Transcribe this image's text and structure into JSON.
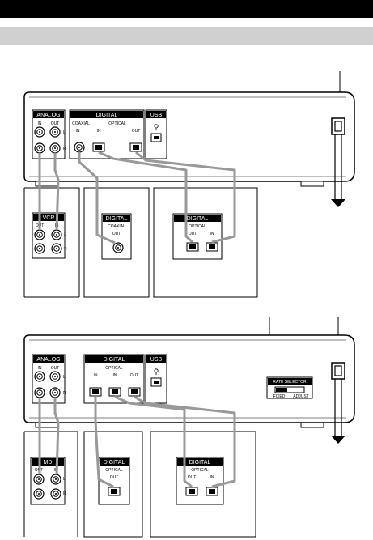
{
  "header": {
    "title": "",
    "section": ""
  },
  "diagram1": {
    "deck": {
      "analog": {
        "label": "ANALOG",
        "in": "IN",
        "out": "OUT",
        "l": "L",
        "r": "R"
      },
      "digital": {
        "label": "DIGITAL",
        "coaxial": "COAXIAL",
        "optical": "OPTICAL",
        "in1": "IN",
        "in2": "IN",
        "out": "OUT"
      },
      "usb": {
        "label": "USB"
      }
    },
    "devices": {
      "vcr": {
        "label": "VCR",
        "out": "OUT",
        "in": "IN",
        "l": "L",
        "r": "R"
      },
      "coax": {
        "label": "DIGITAL",
        "sub": "COAXIAL",
        "out": "OUT"
      },
      "optical": {
        "label": "DIGITAL",
        "sub": "OPTICAL",
        "out": "OUT",
        "in": "IN"
      }
    }
  },
  "diagram2": {
    "deck": {
      "analog": {
        "label": "ANALOG",
        "in": "IN",
        "out": "OUT",
        "l": "L",
        "r": "R"
      },
      "digital": {
        "label": "DIGITAL",
        "optical": "OPTICAL",
        "in1": "IN",
        "in2": "IN",
        "out": "OUT"
      },
      "usb": {
        "label": "USB"
      },
      "selector": {
        "label": "RATE SELECTOR",
        "left": "FIXED",
        "right": "ADJUST"
      }
    },
    "devices": {
      "md": {
        "label": "MD",
        "out": "OUT",
        "in": "IN",
        "l": "L",
        "r": "R"
      },
      "opt1": {
        "label": "DIGITAL",
        "sub": "OPTICAL",
        "out": "OUT"
      },
      "opt2": {
        "label": "DIGITAL",
        "sub": "OPTICAL",
        "out": "OUT",
        "in": "IN"
      }
    }
  },
  "colors": {
    "cable": "#999999",
    "line": "#000000",
    "header": "#000000",
    "subheader": "#d0d0d0"
  }
}
